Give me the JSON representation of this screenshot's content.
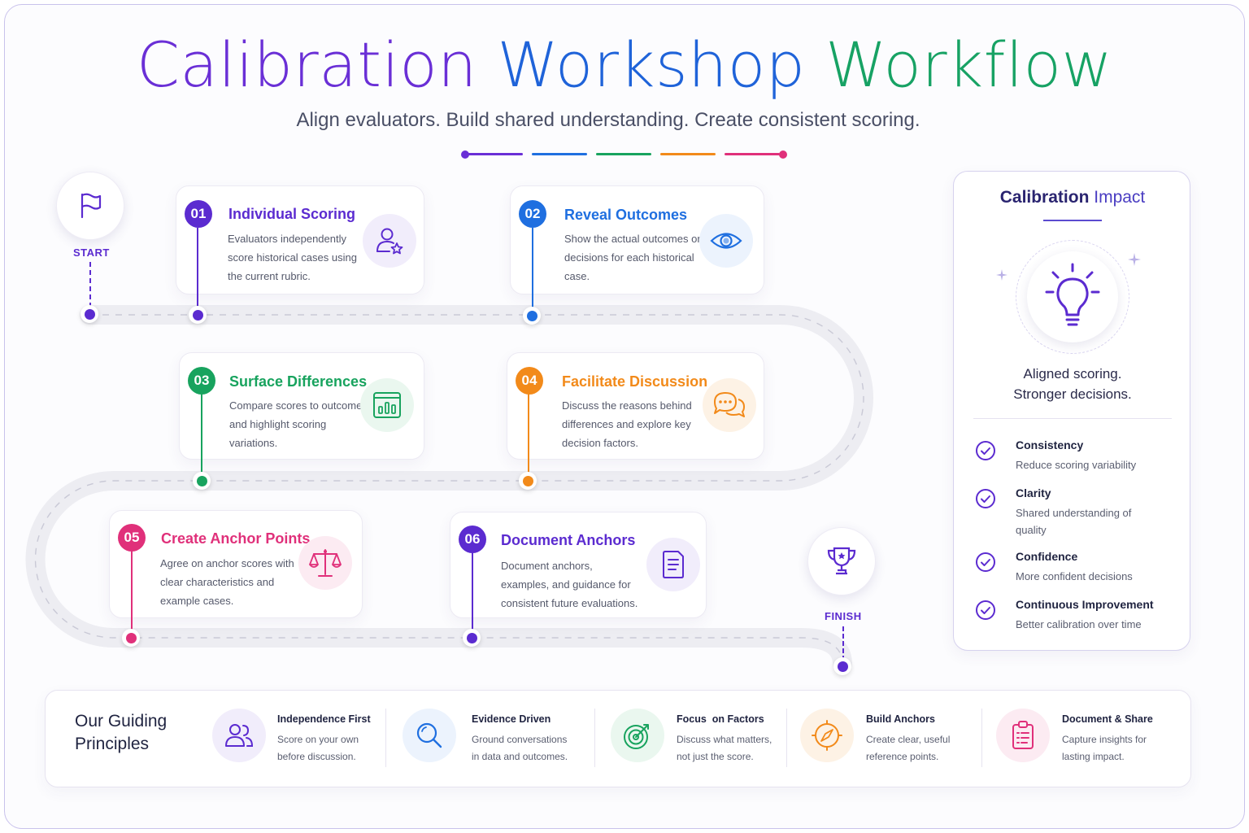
{
  "header": {
    "title_part1": "Calibration",
    "title_part2": "Workshop",
    "title_part3": "Workflow",
    "subtitle": "Align evaluators. Build shared understanding. Create consistent scoring."
  },
  "colors": {
    "purple": "#6a2fd6",
    "blue": "#1f6fe0",
    "green": "#18a35e",
    "orange": "#f28a1a",
    "pink": "#e0307a",
    "indigo": "#5b2bd0"
  },
  "route": {
    "start_label": "START",
    "start_icon": "flag-icon",
    "finish_label": "FINISH",
    "finish_icon": "trophy-icon"
  },
  "steps": [
    {
      "number": "01",
      "title": "Individual Scoring",
      "description": "Evaluators independently score historical cases using the current rubric.",
      "icon": "user-star-icon",
      "color": "#5b2bd0"
    },
    {
      "number": "02",
      "title": "Reveal Outcomes",
      "description": "Show the actual outcomes or decisions for each historical case.",
      "icon": "eye-icon",
      "color": "#1f6fe0"
    },
    {
      "number": "03",
      "title": "Surface Differences",
      "description": "Compare scores to outcomes and highlight scoring variations.",
      "icon": "bar-chart-icon",
      "color": "#18a35e"
    },
    {
      "number": "04",
      "title": "Facilitate Discussion",
      "description": "Discuss the reasons behind differences and explore key decision factors.",
      "icon": "chat-bubbles-icon",
      "color": "#f28a1a"
    },
    {
      "number": "05",
      "title": "Create Anchor Points",
      "description": "Agree on anchor scores with clear characteristics and example cases.",
      "icon": "scale-icon",
      "color": "#e0307a"
    },
    {
      "number": "06",
      "title": "Document Anchors",
      "description": "Document anchors, examples, and guidance for consistent future evaluations.",
      "icon": "document-icon",
      "color": "#5b2bd0"
    }
  ],
  "impact": {
    "title_a": "Calibration",
    "title_b": "Impact",
    "icon": "lightbulb-icon",
    "tagline_1": "Aligned scoring.",
    "tagline_2": "Stronger decisions.",
    "benefits": [
      {
        "title": "Consistency",
        "description": "Reduce scoring variability"
      },
      {
        "title": "Clarity",
        "description": "Shared understanding of quality"
      },
      {
        "title": "Confidence",
        "description": "More confident decisions"
      },
      {
        "title": "Continuous Improvement",
        "description": "Better calibration over time"
      }
    ]
  },
  "principles": {
    "heading": "Our Guiding Principles",
    "items": [
      {
        "title": "Independence First",
        "description": "Score on your own before discussion.",
        "icon": "users-icon"
      },
      {
        "title": "Evidence Driven",
        "description": "Ground conversations in data and outcomes.",
        "icon": "search-icon"
      },
      {
        "title": "Focus  on Factors",
        "description": "Discuss what matters, not just the score.",
        "icon": "target-icon"
      },
      {
        "title": "Build Anchors",
        "description": "Create clear, useful reference points.",
        "icon": "compass-icon"
      },
      {
        "title": "Document & Share",
        "description": "Capture insights for lasting impact.",
        "icon": "clipboard-icon"
      }
    ]
  }
}
